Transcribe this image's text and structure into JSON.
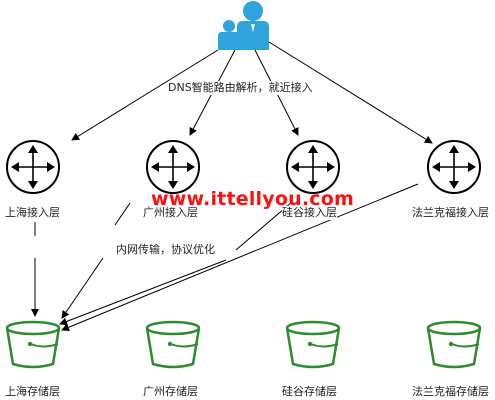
{
  "labels": {
    "dns_edge": "DNS智能路由解析，就近接入",
    "internal_edge": "内网传输，协议优化"
  },
  "watermark": "www.ittellyou.com",
  "access_nodes": [
    {
      "label": "上海接入层",
      "icon": "router-icon"
    },
    {
      "label": "广州接入层",
      "icon": "router-icon"
    },
    {
      "label": "硅谷接入层",
      "icon": "router-icon"
    },
    {
      "label": "法兰克福接入层",
      "icon": "router-icon"
    }
  ],
  "storage_nodes": [
    {
      "label": "上海存储层",
      "icon": "bucket-icon"
    },
    {
      "label": "广州存储层",
      "icon": "bucket-icon"
    },
    {
      "label": "硅谷存储层",
      "icon": "bucket-icon"
    },
    {
      "label": "法兰克福存储层",
      "icon": "bucket-icon"
    }
  ],
  "colors": {
    "users_icon": "#2fa4dc",
    "bucket": "#2e8b2e",
    "watermark": "#ff1010",
    "lines": "#000000"
  }
}
